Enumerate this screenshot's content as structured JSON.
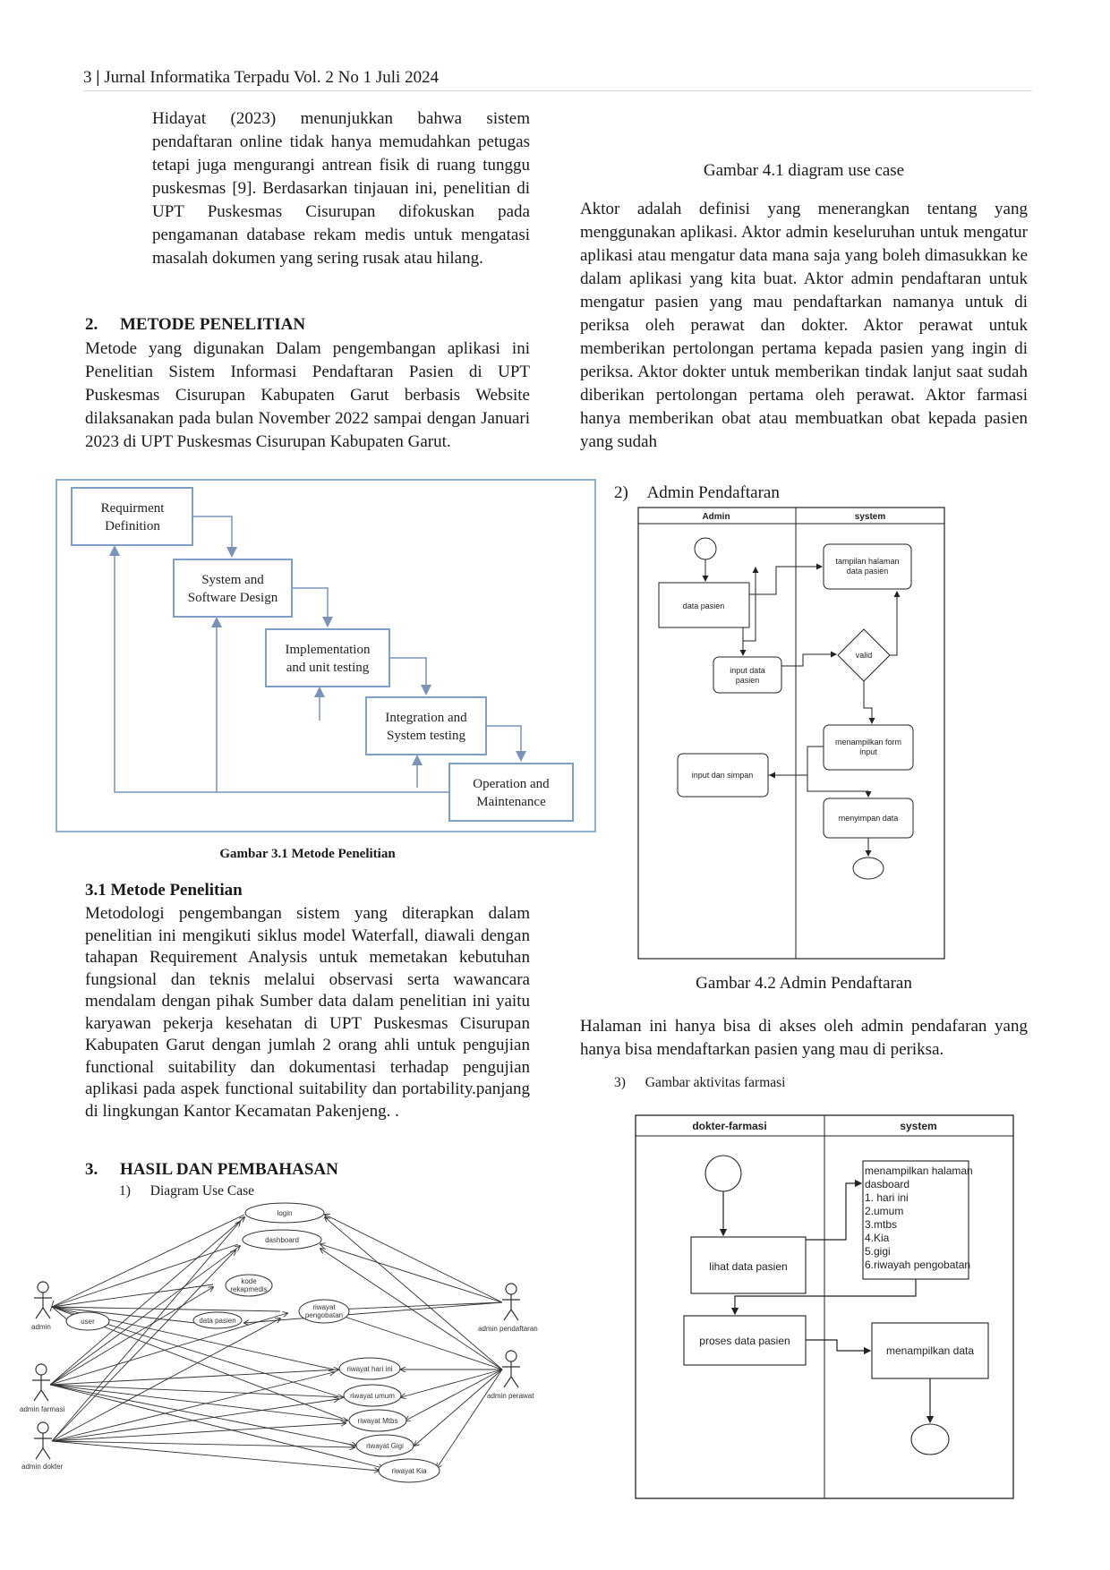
{
  "header": {
    "page_number": "3",
    "separator": "|",
    "journal": "Jurnal Informatika Terpadu Vol. 2 No 1 Juli 2024"
  },
  "left": {
    "intro_paragraph": "Hidayat (2023) menunjukkan bahwa sistem pendaftaran online tidak hanya memudahkan petugas tetapi juga mengurangi antrean fisik di ruang tunggu puskesmas [9]. Berdasarkan tinjauan ini, penelitian di UPT Puskesmas Cisurupan difokuskan pada pengamanan database rekam medis untuk mengatasi masalah dokumen yang sering rusak atau hilang.",
    "section2_number": "2.",
    "section2_title": "METODE PENELITIAN",
    "section2_paragraph": "Metode yang digunakan Dalam pengembangan aplikasi ini Penelitian Sistem Informasi Pendaftaran Pasien di UPT Puskesmas Cisurupan Kabupaten Garut berbasis Website dilaksanakan pada bulan November 2022 sampai dengan Januari 2023 di UPT Puskesmas Cisurupan Kabupaten Garut.",
    "figure31_caption": "Gambar 3.1 Metode Penelitian",
    "section31_title": "3.1 Metode Penelitian",
    "section31_paragraph": "Metodologi pengembangan sistem yang diterapkan dalam penelitian ini mengikuti siklus model Waterfall, diawali dengan tahapan Requirement Analysis untuk memetakan kebutuhan fungsional dan teknis melalui observasi serta wawancara mendalam dengan pihak Sumber data dalam penelitian ini yaitu karyawan pekerja kesehatan di UPT Puskesmas Cisurupan Kabupaten Garut dengan jumlah 2 orang ahli untuk pengujian functional suitability dan dokumentasi terhadap pengujian aplikasi pada aspek functional suitability dan portability.panjang di lingkungan Kantor Kecamatan Pakenjeng.  .",
    "section3_number": "3.",
    "section3_title": "HASIL DAN PEMBAHASAN",
    "item1_number": "1)",
    "item1_label": "Diagram Use Case"
  },
  "waterfall": {
    "stages": [
      {
        "line1": "Requirment",
        "line2": "Definition"
      },
      {
        "line1": "System and",
        "line2": "Software Design"
      },
      {
        "line1": "Implementation",
        "line2": "and unit testing"
      },
      {
        "line1": "Integration and",
        "line2": "System testing"
      },
      {
        "line1": "Operation and",
        "line2": "Maintenance"
      }
    ]
  },
  "usecase": {
    "actors": [
      "admin",
      "admin farmasi",
      "admin dokter",
      "admin pendaftaran",
      "admin perawat"
    ],
    "cases": [
      "login",
      "dashboard",
      "kode",
      "rekapmedis",
      "riwayat",
      "pengobatan",
      "user",
      "data pasien",
      "riwayat hari ini",
      "riwayat umum",
      "riwayat Mtbs",
      "riwayat Gigi",
      "riwayat Kia"
    ]
  },
  "right": {
    "figure41_caption": "Gambar 4.1 diagram use case",
    "actor_paragraph": "Aktor adalah definisi yang menerangkan tentang yang menggunakan aplikasi. Aktor admin keseluruhan untuk mengatur aplikasi atau mengatur data mana saja yang boleh dimasukkan ke dalam aplikasi yang kita buat. Aktor admin pendaftaran untuk mengatur pasien yang mau pendaftarkan namanya untuk di periksa oleh perawat dan dokter. Aktor perawat untuk memberikan pertolongan pertama kepada pasien yang ingin di periksa. Aktor dokter untuk memberikan tindak lanjut saat sudah diberikan pertolongan pertama oleh perawat. Aktor farmasi hanya memberikan obat atau membuatkan obat kepada pasien yang sudah",
    "item2_number": "2)",
    "item2_label": "Admin Pendaftaran",
    "figure42_caption": "Gambar 4.2 Admin Pendaftaran",
    "admin_paragraph": "Halaman ini hanya bisa di akses oleh admin pendafaran yang hanya bisa mendaftarkan pasien yang mau di periksa.",
    "item3_number": "3)",
    "item3_label": "Gambar aktivitas farmasi"
  },
  "activity_admin": {
    "lane_left": "Admin",
    "lane_right": "system",
    "data_pasien": "data pasien",
    "tampilan_1": "tampilan  halaman",
    "tampilan_2": "data pasien",
    "input_1": "input data",
    "input_2": "pasien",
    "valid": "valid",
    "form_1": "menampilkan form",
    "form_2": "input",
    "input_simpan": "input dan simpan",
    "menyimpan": "menyimpan data"
  },
  "activity_farmasi": {
    "lane_left": "dokter-farmasi",
    "lane_right": "system",
    "lihat": "lihat data pasien",
    "menu_lines": [
      "menampilkan halaman",
      "dasboard",
      "1. hari ini",
      "2.umum",
      "3.mtbs",
      "4.Kia",
      "5.gigi",
      "6.riwayah pengobatan"
    ],
    "proses": "proses data pasien",
    "menampilkan": "menampilkan data"
  }
}
